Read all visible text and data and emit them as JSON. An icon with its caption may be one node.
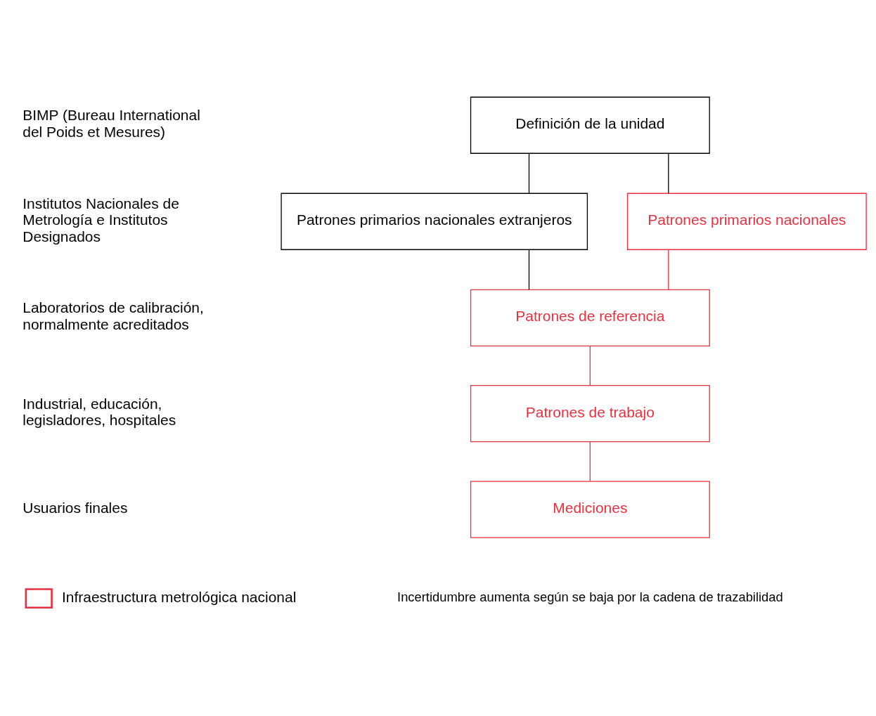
{
  "diagram": {
    "nodes": [
      {
        "text": [
          "Definición de la unidad"
        ]
      },
      {
        "text": [
          "Patrones primarios nacionales extranjeros"
        ]
      },
      {
        "text": [
          "Patrones primarios nacionales"
        ]
      },
      {
        "text": [
          "Patrones de referencia"
        ]
      },
      {
        "text": [
          "Patrones de trabajo"
        ]
      },
      {
        "text": [
          "Mediciones"
        ]
      }
    ],
    "edges": [
      {
        "from": 0,
        "to": 1,
        "arrow": "none"
      },
      {
        "from": 0,
        "to": 2,
        "arrow": "none"
      },
      {
        "from": 1,
        "to": 3,
        "arrow": "none"
      },
      {
        "from": 2,
        "to": 3,
        "arrow": "none",
        "color": "#e8313f"
      },
      {
        "from": 3,
        "to": 4,
        "arrow": "none",
        "color": "#e8313f"
      },
      {
        "from": 4,
        "to": 5,
        "arrow": "none",
        "color": "#e8313f"
      }
    ],
    "labels": [
      "BIMP (Bureau International del Poids et Mesures)",
      "Institutos Nacionales de Metrología e Institutos Designados",
      "Laboratorios de calibración, normalmente acreditados",
      "Industrial, educación, legisladores, hospitales",
      "Usuarios finales",
      "Incertidumbre aumenta según se baja por la cadena de trazabilidad"
    ],
    "legend": [
      {
        "text": "Infraestructura metrológica nacional",
        "color": "#e8313f"
      }
    ]
  }
}
